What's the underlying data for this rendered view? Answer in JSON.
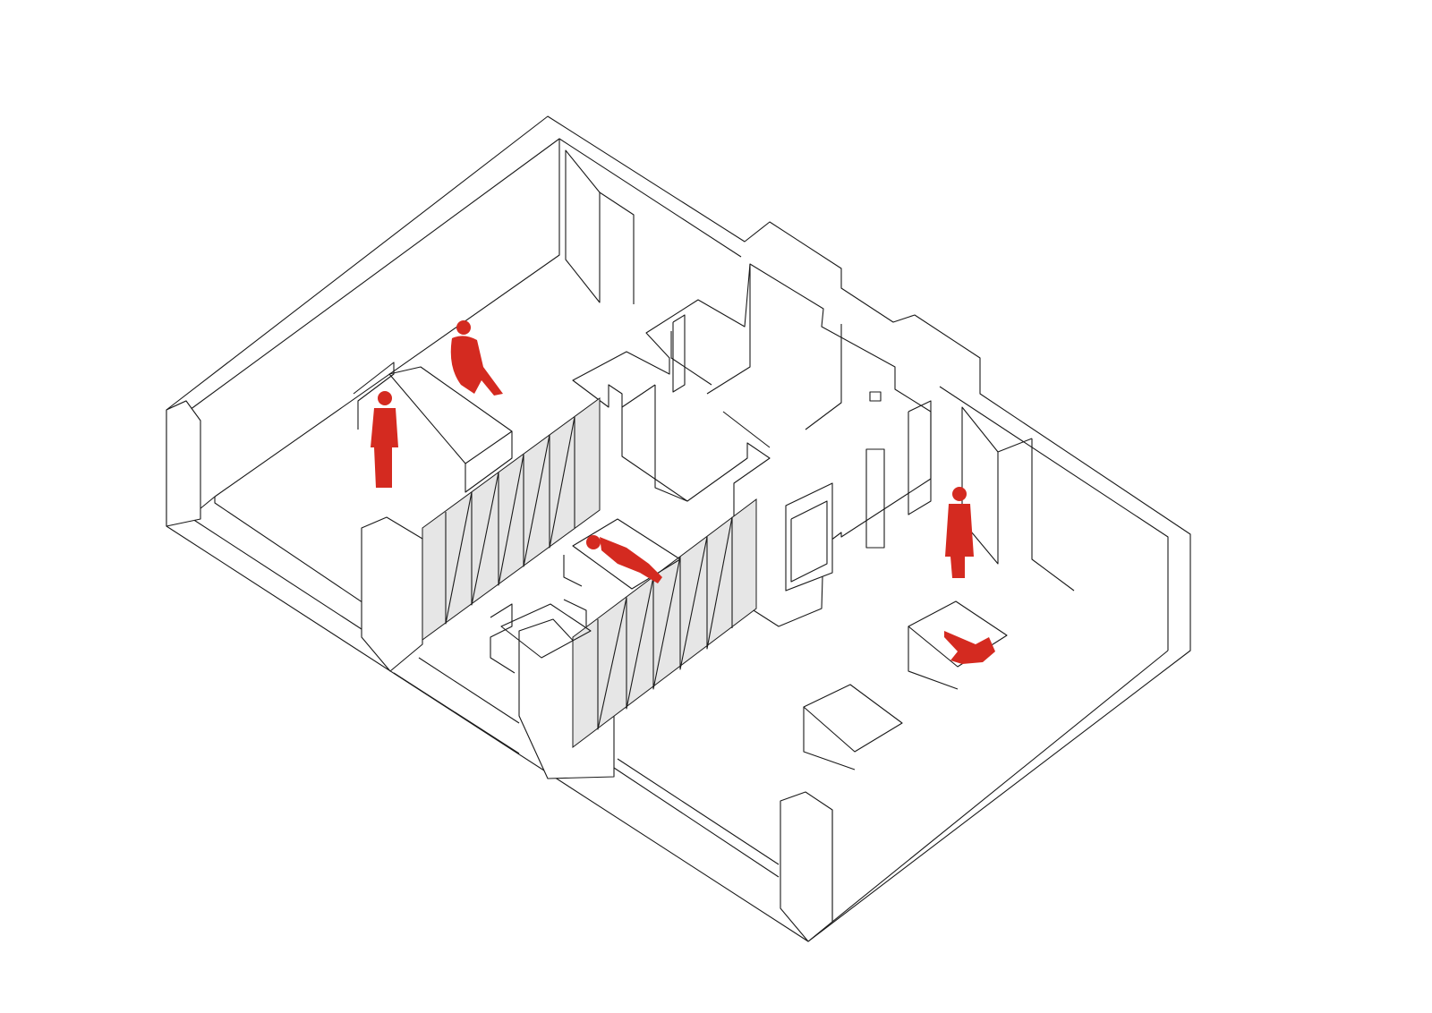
{
  "colors": {
    "line": "#1a1a1a",
    "figure": "#d42a20",
    "glass": "#e6e6e6",
    "background": "#ffffff"
  },
  "figures": [
    "standing-person",
    "seated-person",
    "lying-person-on-bed",
    "standing-person-right-room",
    "reclining-person-right-bed"
  ]
}
